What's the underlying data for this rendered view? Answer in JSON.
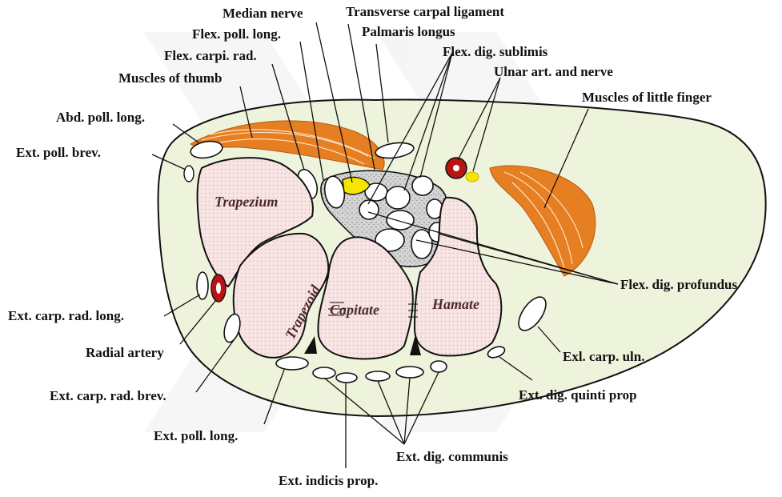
{
  "labels": {
    "median_nerve": "Median nerve",
    "transverse_carpal_ligament": "Transverse carpal ligament",
    "flex_poll_long": "Flex. poll. long.",
    "palmaris_longus": "Palmaris longus",
    "flex_carpi_rad": "Flex. carpi. rad.",
    "flex_dig_sublimis": "Flex. dig. sublimis",
    "muscles_of_thumb": "Muscles of thumb",
    "ulnar_art_nerve": "Ulnar art. and nerve",
    "muscles_little_finger": "Muscles of little finger",
    "abd_poll_long": "Abd. poll. long.",
    "ext_poll_brev": "Ext. poll. brev.",
    "flex_dig_profundus": "Flex. dig. profundus",
    "ext_carp_rad_long": "Ext. carp. rad. long.",
    "radial_artery": "Radial artery",
    "exl_carp_uln": "Exl. carp. uln.",
    "ext_carp_rad_brev": "Ext. carp. rad. brev.",
    "ext_dig_quinti_prop": "Ext. dig. quinti prop",
    "ext_poll_long": "Ext. poll. long.",
    "ext_dig_communis": "Ext. dig. communis",
    "ext_indicis_prop": "Ext. indicis prop."
  },
  "bones": {
    "trapezium": "Trapezium",
    "trapezoid": "Trapezoid",
    "capitate": "Capitate",
    "hamate": "Hamate"
  },
  "colors": {
    "tissue": "#eef3dc",
    "bone_fill": "#f9e4e4",
    "bone_dots": "#e3a8ae",
    "muscle": "#e67e22",
    "nerve": "#f5e600",
    "artery": "#b81414",
    "tunnel": "#d4d4d4"
  }
}
